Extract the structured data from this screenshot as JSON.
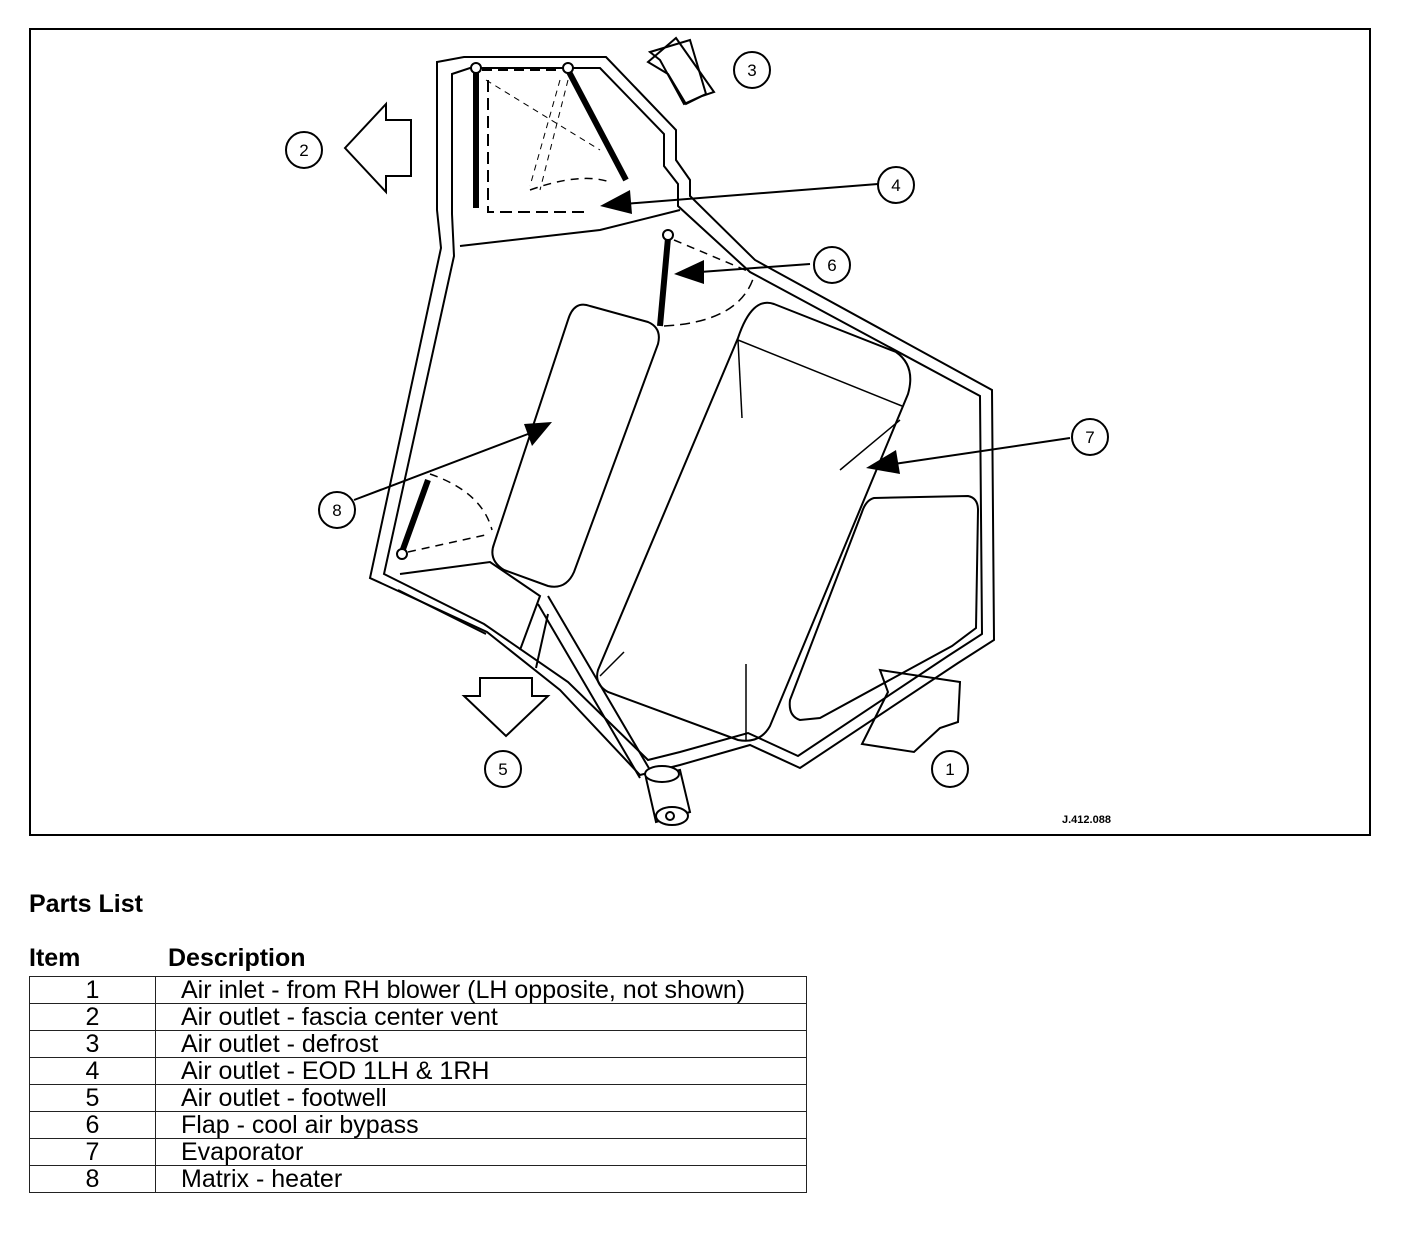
{
  "diagram": {
    "callouts": [
      "1",
      "2",
      "3",
      "4",
      "5",
      "6",
      "7",
      "8"
    ],
    "reference_code": "J.412.088",
    "colors": {
      "line": "#000000",
      "background": "#ffffff"
    }
  },
  "parts_list": {
    "title": "Parts List",
    "headers": {
      "item": "Item",
      "description": "Description"
    },
    "rows": [
      {
        "item": "1",
        "description": "Air inlet - from RH blower (LH opposite, not shown)"
      },
      {
        "item": "2",
        "description": "Air outlet - fascia center vent"
      },
      {
        "item": "3",
        "description": "Air outlet - defrost"
      },
      {
        "item": "4",
        "description": "Air outlet - EOD 1LH & 1RH"
      },
      {
        "item": "5",
        "description": "Air outlet - footwell"
      },
      {
        "item": "6",
        "description": "Flap - cool air bypass"
      },
      {
        "item": "7",
        "description": "Evaporator"
      },
      {
        "item": "8",
        "description": "Matrix - heater"
      }
    ]
  }
}
